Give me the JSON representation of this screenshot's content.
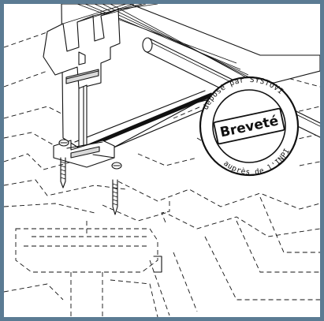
{
  "stamp": {
    "center_word": "Breveté",
    "ring_top": "déposé par SYSTOVI",
    "ring_bottom": "auprès de l'INPI"
  },
  "colors": {
    "frame": "#5b7b93",
    "ink": "#111111",
    "paper": "#ffffff"
  }
}
